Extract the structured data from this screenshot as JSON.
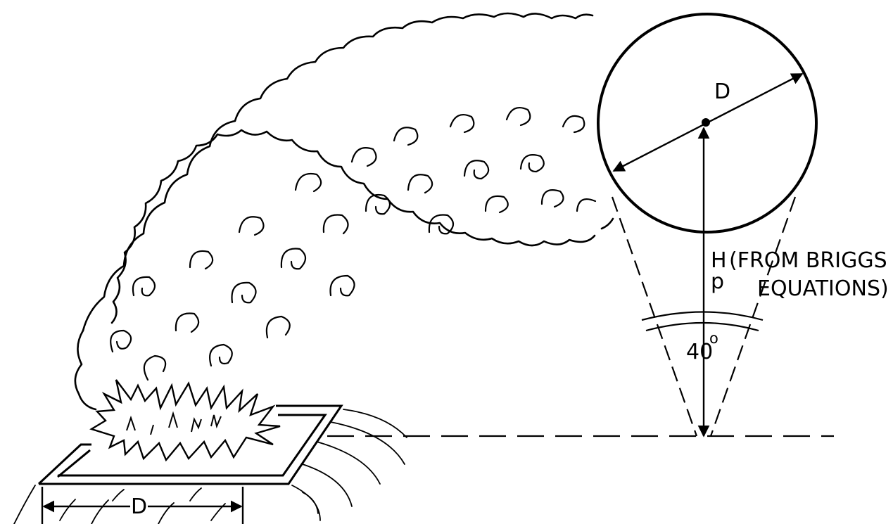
{
  "labels": {
    "plume_diameter": "D",
    "plume_height_main": "H",
    "plume_height_sub": "p",
    "source_note_line1": "(FROM BRIGGS",
    "source_note_line2": "EQUATIONS)",
    "spread_angle_value": "40",
    "spread_angle_unit": "o",
    "fire_diameter": "D"
  }
}
